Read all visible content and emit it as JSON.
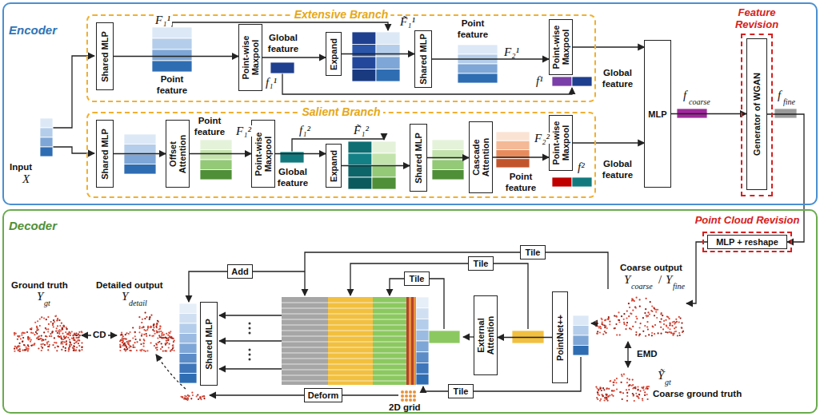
{
  "diagram": {
    "nodes": [
      {
        "text": [
          "Encoder"
        ]
      },
      {
        "text": [
          "Extensive Branch"
        ],
        "in": 0
      },
      {
        "text": [
          "Shared MLP"
        ],
        "in": 1
      },
      {
        "text": [
          "Point-wise Maxpool"
        ],
        "in": 1
      },
      {
        "text": [
          "Expand"
        ],
        "in": 1
      },
      {
        "text": [
          "Shared MLP"
        ],
        "in": 1
      },
      {
        "text": [
          "Point-wise Maxpool"
        ],
        "in": 1
      },
      {
        "text": [
          "Salient Branch"
        ],
        "in": 0
      },
      {
        "text": [
          "Shared MLP"
        ],
        "in": 7
      },
      {
        "text": [
          "Offset Attention"
        ],
        "in": 7
      },
      {
        "text": [
          "Point-wise Maxpool"
        ],
        "in": 7
      },
      {
        "text": [
          "Expand"
        ],
        "in": 7
      },
      {
        "text": [
          "Shared MLP"
        ],
        "in": 7
      },
      {
        "text": [
          "Cascade Attention"
        ],
        "in": 7
      },
      {
        "text": [
          "Point-wise Maxpool"
        ],
        "in": 7
      },
      {
        "text": [
          "MLP"
        ],
        "in": 0
      },
      {
        "text": [
          "Feature Revision"
        ],
        "in": 0
      },
      {
        "text": [
          "Generator of WGAN"
        ],
        "in": 16
      },
      {
        "text": [
          "Decoder"
        ]
      },
      {
        "text": [
          "Point Cloud Revision"
        ],
        "in": 18
      },
      {
        "text": [
          "MLP + reshape"
        ],
        "in": 19
      },
      {
        "text": [
          "PointNet++"
        ],
        "in": 18
      },
      {
        "text": [
          "External Attention"
        ],
        "in": 18
      },
      {
        "text": [
          "Shared MLP"
        ],
        "in": 18
      },
      {
        "text": [
          "Tile"
        ],
        "in": 18
      },
      {
        "text": [
          "Tile"
        ],
        "in": 18
      },
      {
        "text": [
          "Tile"
        ],
        "in": 18
      },
      {
        "text": [
          "Add"
        ],
        "in": 18
      },
      {
        "text": [
          "Tile"
        ],
        "in": 18
      },
      {
        "text": [
          "Deform"
        ],
        "in": 18
      }
    ],
    "edges": [
      {
        "from": 2,
        "to": 3,
        "arrow": "to"
      },
      {
        "from": 3,
        "to": 4,
        "arrow": "to"
      },
      {
        "from": 4,
        "to": 5,
        "arrow": "to"
      },
      {
        "from": 5,
        "to": 6,
        "arrow": "to"
      },
      {
        "from": 8,
        "to": 9,
        "arrow": "to"
      },
      {
        "from": 9,
        "to": 10,
        "arrow": "to"
      },
      {
        "from": 10,
        "to": 11,
        "arrow": "to"
      },
      {
        "from": 11,
        "to": 12,
        "arrow": "to"
      },
      {
        "from": 12,
        "to": 13,
        "arrow": "to"
      },
      {
        "from": 13,
        "to": 14,
        "arrow": "to"
      },
      {
        "from": 6,
        "to": 15,
        "arrow": "to"
      },
      {
        "from": 14,
        "to": 15,
        "arrow": "to"
      },
      {
        "from": 15,
        "to": 17,
        "arrow": "to"
      },
      {
        "from": 17,
        "to": 20,
        "arrow": "to"
      },
      {
        "from": 21,
        "to": 22,
        "arrow": "to"
      }
    ],
    "labels": [
      "Input",
      "X",
      "F₁¹",
      "Point feature",
      "Global feature",
      "f₁¹",
      "F̃₁¹",
      "Point feature",
      "F₂¹",
      "f¹",
      "Global feature",
      "Point feature",
      "F₁²",
      "f₁²",
      "Global feature",
      "F̃₁²",
      "F₂²",
      "Point feature",
      "f²",
      "Global feature",
      "f",
      "coarse",
      "f",
      "fine",
      "Ground truth",
      "Y",
      "gt",
      "CD",
      "Detailed output",
      "Y",
      "detail",
      "2D grid",
      "Coarse output",
      "Y",
      "coarse",
      "/",
      "Y",
      "fine",
      "EMD",
      "Ỹ",
      "gt",
      "Coarse ground truth"
    ]
  }
}
